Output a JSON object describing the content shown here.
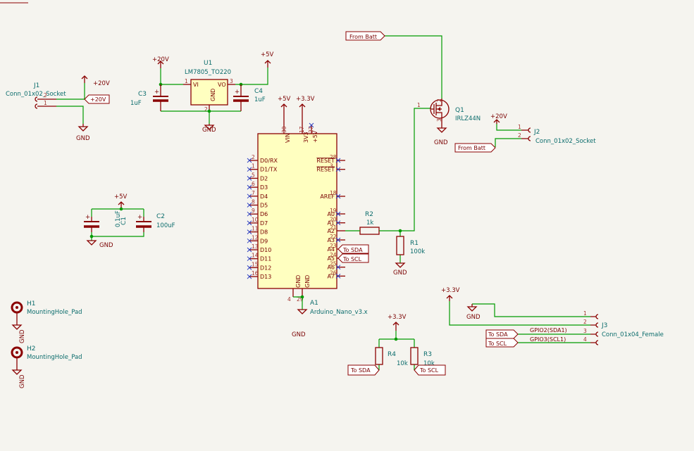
{
  "components": {
    "J1": {
      "ref": "J1",
      "value": "Conn_01x02_Socket",
      "pins": [
        "2",
        "1"
      ]
    },
    "J2": {
      "ref": "J2",
      "value": "Conn_01x02_Socket",
      "pins": [
        "1",
        "2"
      ]
    },
    "J3": {
      "ref": "J3",
      "value": "Conn_01x04_Female",
      "pins": [
        "1",
        "2",
        "3",
        "4"
      ]
    },
    "U1": {
      "ref": "U1",
      "value": "LM7805_TO220",
      "pin_vi": "VI",
      "pin_vo": "VO",
      "pin_gnd": "GND",
      "pin1": "1",
      "pin2": "2",
      "pin3": "3"
    },
    "C1": {
      "ref": "C1",
      "value": "0.1uF"
    },
    "C2": {
      "ref": "C2",
      "value": "100uF"
    },
    "C3": {
      "ref": "C3",
      "value": "1uF"
    },
    "C4": {
      "ref": "C4",
      "value": "1uF"
    },
    "R1": {
      "ref": "R1",
      "value": "100k"
    },
    "R2": {
      "ref": "R2",
      "value": "1k"
    },
    "R3": {
      "ref": "R3",
      "value": "10k"
    },
    "R4": {
      "ref": "R4",
      "value": "10k"
    },
    "Q1": {
      "ref": "Q1",
      "value": "IRLZ44N",
      "pin_g": "1",
      "pin_d": "2",
      "pin_s": "3"
    },
    "H1": {
      "ref": "H1",
      "value": "MountingHole_Pad"
    },
    "H2": {
      "ref": "H2",
      "value": "MountingHole_Pad"
    },
    "A1": {
      "ref": "A1",
      "value": "Arduino_Nano_v3.x",
      "left_pins": [
        {
          "num": "2",
          "name": "D0/RX"
        },
        {
          "num": "1",
          "name": "D1/TX"
        },
        {
          "num": "5",
          "name": "D2"
        },
        {
          "num": "6",
          "name": "D3"
        },
        {
          "num": "7",
          "name": "D4"
        },
        {
          "num": "8",
          "name": "D5"
        },
        {
          "num": "9",
          "name": "D6"
        },
        {
          "num": "10",
          "name": "D7"
        },
        {
          "num": "11",
          "name": "D8"
        },
        {
          "num": "12",
          "name": "D9"
        },
        {
          "num": "13",
          "name": "D10"
        },
        {
          "num": "14",
          "name": "D11"
        },
        {
          "num": "15",
          "name": "D12"
        },
        {
          "num": "16",
          "name": "D13"
        }
      ],
      "right_pins": [
        {
          "num": "28",
          "name": "RESET"
        },
        {
          "num": "3",
          "name": "RESET"
        },
        {
          "num": "18",
          "name": "AREF"
        },
        {
          "num": "19",
          "name": "A0"
        },
        {
          "num": "20",
          "name": "A1"
        },
        {
          "num": "21",
          "name": "A2"
        },
        {
          "num": "22",
          "name": "A3"
        },
        {
          "num": "23",
          "name": "A4"
        },
        {
          "num": "24",
          "name": "A5"
        },
        {
          "num": "25",
          "name": "A6"
        },
        {
          "num": "26",
          "name": "A7"
        }
      ],
      "top_pins": [
        {
          "num": "30",
          "name": "VIN"
        },
        {
          "num": "17",
          "name": "3V3"
        },
        {
          "num": "27",
          "name": "+5V"
        }
      ],
      "bottom_pins": [
        {
          "num": "4",
          "name": "GND"
        },
        {
          "num": "29",
          "name": "GND"
        }
      ]
    }
  },
  "power": {
    "v20": "+20V",
    "v5": "+5V",
    "v33": "+3.3V",
    "gnd": "GND"
  },
  "labels": {
    "from_batt": "From Batt",
    "to_sda": "To SDA",
    "to_scl": "To SCL",
    "v20_flag": "+20V"
  },
  "nets": {
    "gpio2": "GPIO2(SDA1)",
    "gpio3": "GPIO3(SCL1)"
  }
}
